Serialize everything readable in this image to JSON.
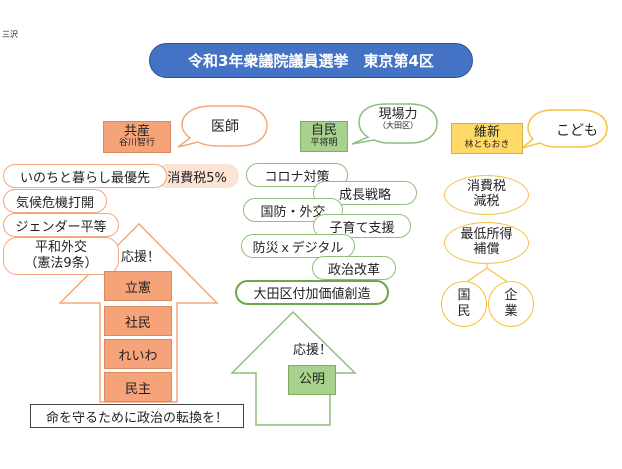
{
  "author": "三沢",
  "title": "令和3年衆議院議員選挙　東京第4区",
  "communist": {
    "party": "共産",
    "candidate": "谷川智行",
    "bubble": "医師",
    "sales_tax": "消費税5%",
    "policies": [
      "いのちと暮らし最優先",
      "気候危機打開",
      "ジェンダー平等",
      "平和外交",
      "（憲法9条）"
    ],
    "support_label": "応援！",
    "supporters": [
      "立憲",
      "社民",
      "れいわ",
      "民主"
    ],
    "slogan": "命を守るために政治の転換を！"
  },
  "ldp": {
    "party": "自民",
    "candidate": "平将明",
    "bubble_main": "現場力",
    "bubble_sub": "（大田区）",
    "policies": [
      "コロナ対策",
      "成長戦略",
      "国防・外交",
      "子育て支援",
      "防災ｘデジタル",
      "政治改革",
      "大田区付加価値創造"
    ],
    "support_label": "応援！",
    "supporter": "公明"
  },
  "ishin": {
    "party": "維新",
    "candidate": "林ともおき",
    "bubble": "こども",
    "policy1_line1": "消費税",
    "policy1_line2": "減税",
    "policy2_line1": "最低所得",
    "policy2_line2": "補償",
    "beneficiary1_line1": "国",
    "beneficiary1_line2": "民",
    "beneficiary2_line1": "企",
    "beneficiary2_line2": "業"
  },
  "colors": {
    "title_bg": "#4472c4",
    "communist_fill": "#f7a37a",
    "ldp_fill": "#a9d18e",
    "ishin_fill": "#ffd966",
    "orange_border": "#f4a77c",
    "green_border": "#8fbe7a",
    "yellow_border": "#f6c342"
  }
}
